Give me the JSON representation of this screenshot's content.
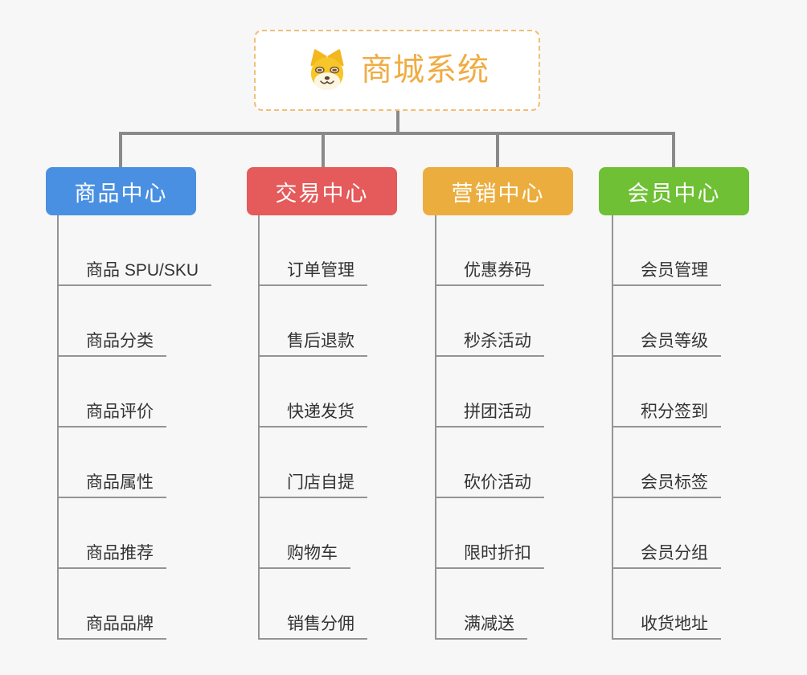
{
  "root": {
    "title": "商城系统",
    "icon": "shiba-dog-icon",
    "title_color": "#F0AC44",
    "border_color": "#F3BD77",
    "background": "#FFFFFF"
  },
  "canvas": {
    "background_color": "#F7F7F7",
    "connector_color": "#8A8A8A"
  },
  "branches": [
    {
      "label": "商品中心",
      "color": "#4A90E2",
      "items": [
        "商品 SPU/SKU",
        "商品分类",
        "商品评价",
        "商品属性",
        "商品推荐",
        "商品品牌"
      ]
    },
    {
      "label": "交易中心",
      "color": "#E55A5A",
      "items": [
        "订单管理",
        "售后退款",
        "快递发货",
        "门店自提",
        "购物车",
        "销售分佣"
      ]
    },
    {
      "label": "营销中心",
      "color": "#EBAE3E",
      "items": [
        "优惠券码",
        "秒杀活动",
        "拼团活动",
        "砍价活动",
        "限时折扣",
        "满减送"
      ]
    },
    {
      "label": "会员中心",
      "color": "#6FC035",
      "items": [
        "会员管理",
        "会员等级",
        "积分签到",
        "会员标签",
        "会员分组",
        "收货地址"
      ]
    }
  ]
}
